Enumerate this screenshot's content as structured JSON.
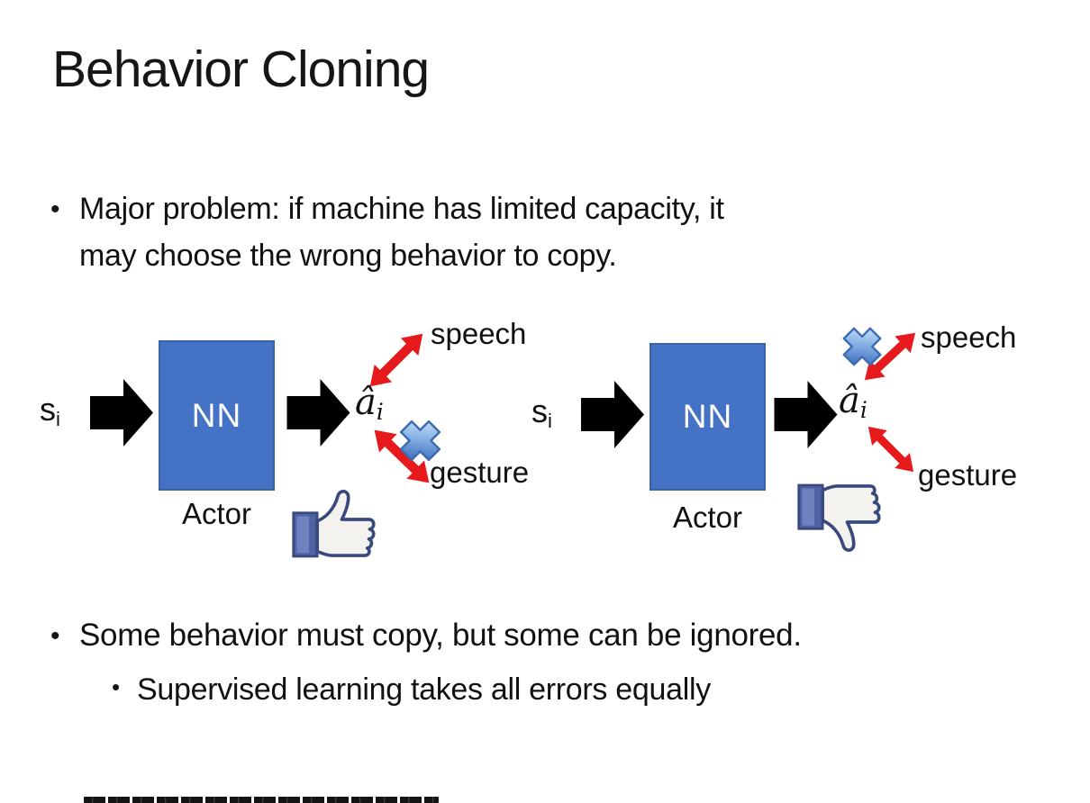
{
  "slide": {
    "title": "Behavior Cloning",
    "bullet_char": "•",
    "bullet1_line1": "Major problem: if machine has limited capacity, it",
    "bullet1_line2": "may choose the wrong behavior to copy.",
    "bullet2": "Some behavior must copy, but some can be ignored.",
    "bullet2_sub": "Supervised learning takes all errors equally"
  },
  "diagram": {
    "left": {
      "input_main": "s",
      "input_sub": "i",
      "box_label": "NN",
      "output_main": "â",
      "output_sub": "i",
      "actor_label": "Actor",
      "speech_label": "speech",
      "gesture_label": "gesture",
      "crossed_out": "gesture",
      "feedback_icon": "thumbs-up"
    },
    "right": {
      "input_main": "s",
      "input_sub": "i",
      "box_label": "NN",
      "output_main": "â",
      "output_sub": "i",
      "actor_label": "Actor",
      "speech_label": "speech",
      "gesture_label": "gesture",
      "crossed_out": "speech",
      "feedback_icon": "thumbs-down"
    }
  },
  "colors": {
    "nn_box_fill": "#4472C4",
    "nn_box_border": "#3A62A8",
    "arrow_black": "#000000",
    "arrow_red": "#E6191C",
    "cross_blue_light": "#DCEBFA",
    "cross_blue_dark": "#3468BC",
    "thumb_outline_navy": "#39497D",
    "thumb_cuff_blue": "#4F63A4",
    "text_black": "#161616"
  }
}
